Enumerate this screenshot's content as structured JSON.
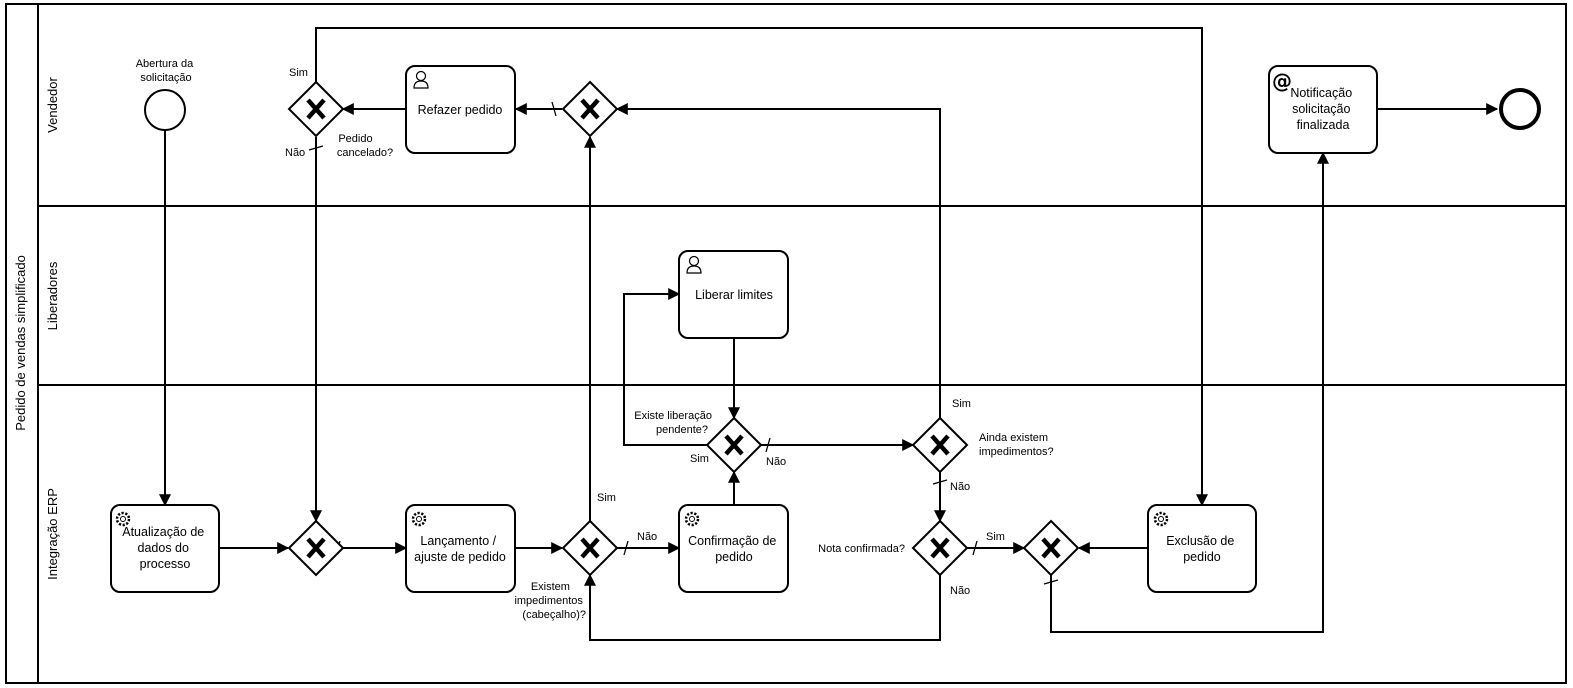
{
  "pool": {
    "label": "Pedido de vendas simplificado"
  },
  "lanes": [
    {
      "id": "vendedor",
      "label": "Vendedor"
    },
    {
      "id": "liberadores",
      "label": "Liberadores"
    },
    {
      "id": "erp",
      "label": "Integração ERP"
    }
  ],
  "events": {
    "start": {
      "label_lines": [
        "Abertura da",
        "solicitação"
      ]
    }
  },
  "tasks": {
    "refazer": {
      "type": "user",
      "lines": [
        "Refazer pedido"
      ]
    },
    "notificacao": {
      "type": "message",
      "lines": [
        "Notificação",
        "solicitação",
        "finalizada"
      ]
    },
    "liberar": {
      "type": "user",
      "lines": [
        "Liberar limites"
      ]
    },
    "atualizacao": {
      "type": "service",
      "lines": [
        "Atualização de",
        "dados do",
        "processo"
      ]
    },
    "lancamento": {
      "type": "service",
      "lines": [
        "Lançamento /",
        "ajuste de pedido"
      ]
    },
    "confirmacao": {
      "type": "service",
      "lines": [
        "Confirmação de",
        "pedido"
      ]
    },
    "exclusao": {
      "type": "service",
      "lines": [
        "Exclusão de",
        "pedido"
      ]
    }
  },
  "gateways": {
    "cancelado": {
      "label_lines": [
        "Pedido",
        "cancelado?"
      ]
    },
    "impedimentos_cab": {
      "label_lines": [
        "Existem",
        "impedimentos",
        "(cabeçalho)?"
      ]
    },
    "liberacao": {
      "label_lines": [
        "Existe liberação",
        "pendente?"
      ]
    },
    "ainda": {
      "label_lines": [
        "Ainda existem",
        "impedimentos?"
      ]
    },
    "nota": {
      "label_lines": [
        "Nota confirmada?"
      ]
    }
  },
  "flow_labels": {
    "sim": "Sim",
    "nao": "Não"
  }
}
